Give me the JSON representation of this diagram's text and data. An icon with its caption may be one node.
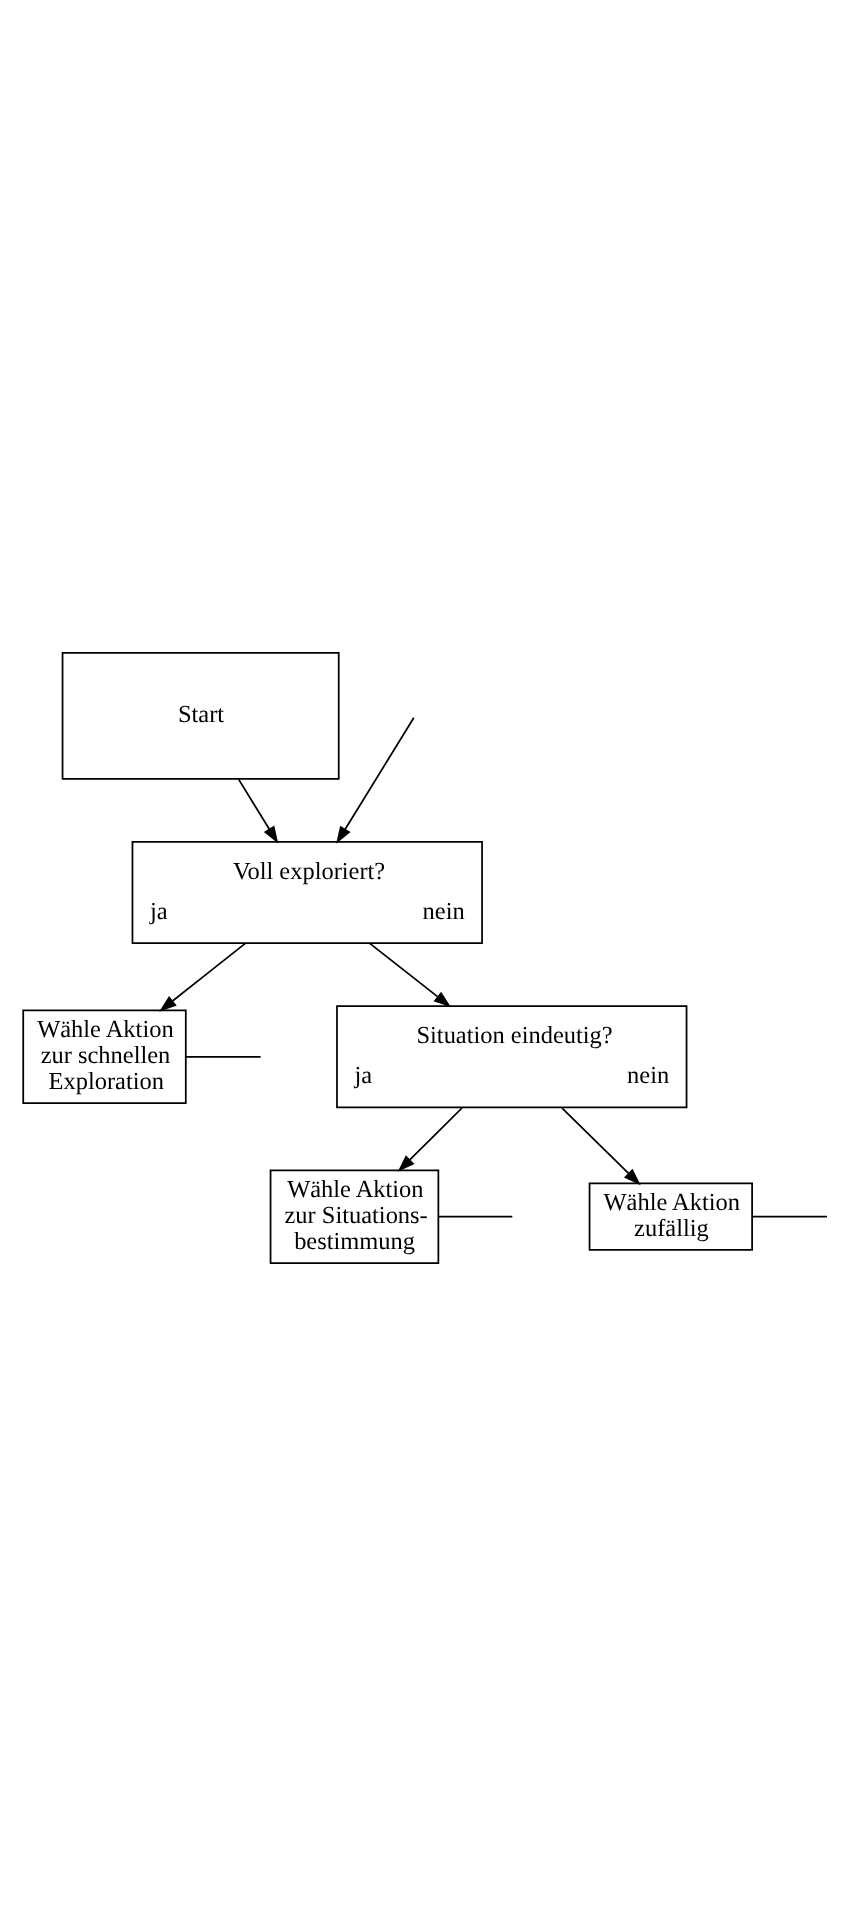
{
  "diagram": {
    "nodes": [
      {
        "text": [
          "Start"
        ]
      },
      {
        "text": [
          "Voll exploriert?",
          "ja",
          "nein"
        ]
      },
      {
        "text": [
          "Wähle Aktion zur schnellen Exploration"
        ]
      },
      {
        "text": [
          "Situation eindeutig?",
          "ja",
          "nein"
        ]
      },
      {
        "text": [
          "Wähle Aktion zur Situations- bestimmung"
        ]
      },
      {
        "text": [
          "Wähle Aktion zufällig"
        ]
      }
    ],
    "edges": [
      {
        "from": 0,
        "to": 1,
        "arrow": "to"
      },
      {
        "from": null,
        "to": 1,
        "arrow": "to"
      },
      {
        "from": 1,
        "to": 2,
        "arrow": "to"
      },
      {
        "from": 2,
        "to": null,
        "arrow": "none"
      },
      {
        "from": 1,
        "to": 3,
        "arrow": "to"
      },
      {
        "from": 3,
        "to": 4,
        "arrow": "to"
      },
      {
        "from": 4,
        "to": null,
        "arrow": "none"
      },
      {
        "from": 3,
        "to": 5,
        "arrow": "to"
      },
      {
        "from": 5,
        "to": null,
        "arrow": "none"
      }
    ]
  }
}
